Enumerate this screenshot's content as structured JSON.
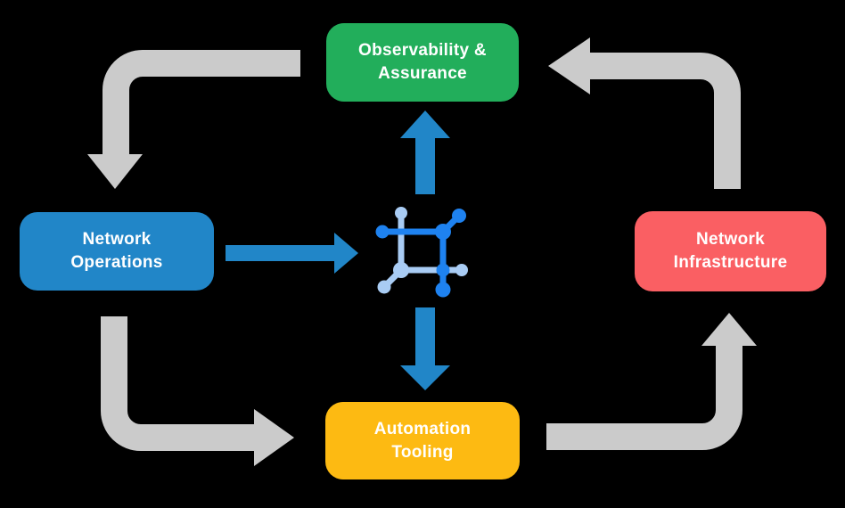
{
  "title": "Network automation cycle diagram",
  "colors": {
    "bg": "#000000",
    "box-green": "#22AE5B",
    "box-blue": "#2186C8",
    "box-red": "#FA5F63",
    "box-yellow": "#FDBA12",
    "arrow-gray": "#CBCBCB",
    "arrow-blue": "#2186C8",
    "icon-dark-blue": "#1E82F0",
    "icon-light-blue": "#A9CCF4",
    "text": "#FFFFFF"
  },
  "nodes": {
    "observability": {
      "line1": "Observability &",
      "line2": "Assurance"
    },
    "operations": {
      "line1": "Network",
      "line2": "Operations"
    },
    "infrastructure": {
      "line1": "Network",
      "line2": "Infrastructure"
    },
    "automation": {
      "line1": "Automation",
      "line2": "Tooling"
    }
  },
  "center_icon": "network-automation-icon"
}
